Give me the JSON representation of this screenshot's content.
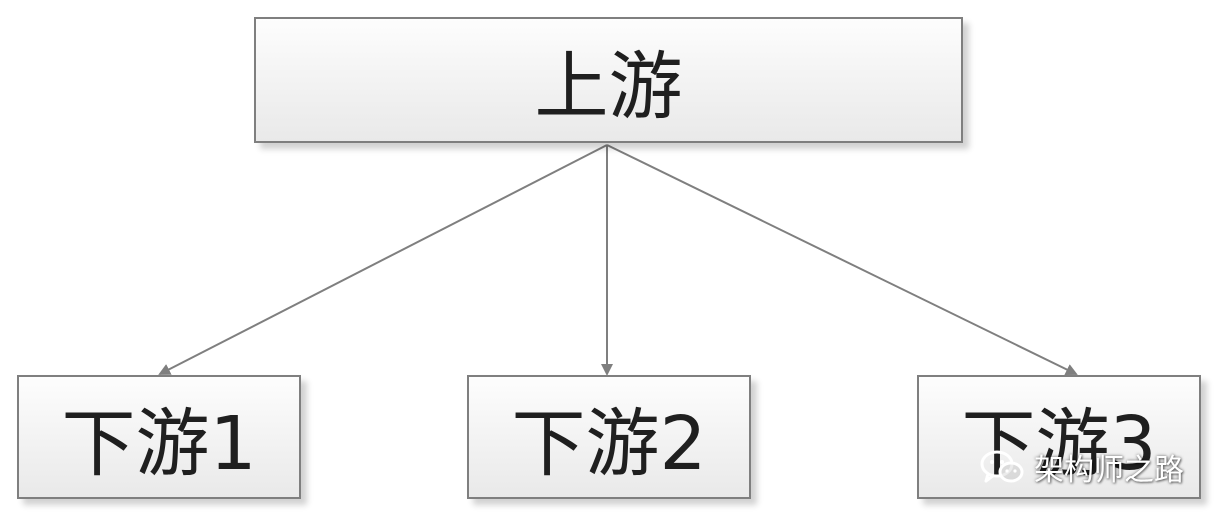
{
  "diagram": {
    "root": {
      "label": "上游"
    },
    "children": [
      {
        "label": "下游1"
      },
      {
        "label": "下游2"
      },
      {
        "label": "下游3"
      }
    ],
    "colors": {
      "box_border": "#7f7f7f",
      "box_fill_top": "#fdfdfd",
      "box_fill_bottom": "#e9e9e9",
      "arrow": "#7f7f7f",
      "text": "#1f1f1f"
    }
  },
  "watermark": {
    "icon": "wechat-icon",
    "text": "架构师之路"
  }
}
